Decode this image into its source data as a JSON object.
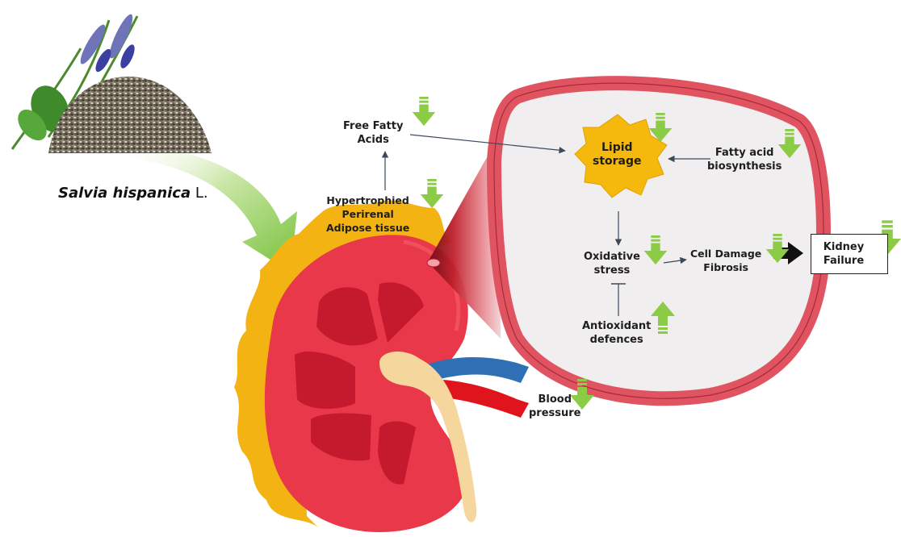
{
  "plant": {
    "species": "Salvia hispanica",
    "author": " L."
  },
  "labels": {
    "free_fatty_acids": [
      "Free Fatty",
      "Acids"
    ],
    "hypertrophied": [
      "Hypertrophied",
      "Perirenal",
      "Adipose tissue"
    ],
    "lipid_storage": [
      "Lipid",
      "storage"
    ],
    "fatty_acid": [
      "Fatty acid",
      "biosynthesis"
    ],
    "oxidative": [
      "Oxidative",
      "stress"
    ],
    "cell_damage": [
      "Cell Damage",
      "Fibrosis"
    ],
    "antioxidant": [
      "Antioxidant",
      "defences"
    ],
    "kidney_failure": [
      "Kidney",
      "Failure"
    ],
    "blood_pressure": [
      "Blood",
      "pressure"
    ]
  },
  "colors": {
    "down_arrow": "#8ccb45",
    "up_arrow": "#8ccb45",
    "kidney": "#e8384a",
    "adipose": "#f3b313",
    "lipid_star": "#f5b80d",
    "zoom_fill": "#f0eeee",
    "zoom_border": "#e05462",
    "ureter": "#f5d79e",
    "vein": "#2f70b4",
    "artery": "#e0141c"
  }
}
